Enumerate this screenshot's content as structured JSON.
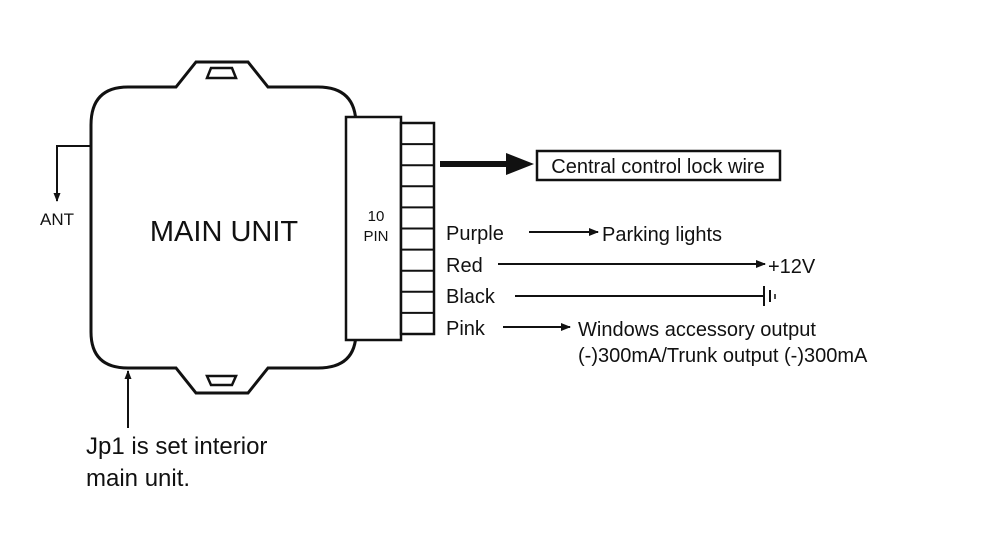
{
  "main_unit": {
    "label": "MAIN UNIT"
  },
  "antenna": {
    "label": "ANT"
  },
  "connector": {
    "pin_count": "10",
    "pin_label": "PIN"
  },
  "callout": {
    "label": "Central control lock wire"
  },
  "wires": [
    {
      "color_name": "Purple",
      "destination": "Parking lights"
    },
    {
      "color_name": "Red",
      "destination": "+12V"
    },
    {
      "color_name": "Black",
      "destination": ""
    },
    {
      "color_name": "Pink",
      "destination_line1": "Windows accessory output",
      "destination_line2": "(-)300mA/Trunk output (-)300mA"
    }
  ],
  "note": {
    "line1": "Jp1 is set interior",
    "line2": "main unit."
  },
  "colors": {
    "ink": "#111111",
    "background": "#ffffff"
  }
}
